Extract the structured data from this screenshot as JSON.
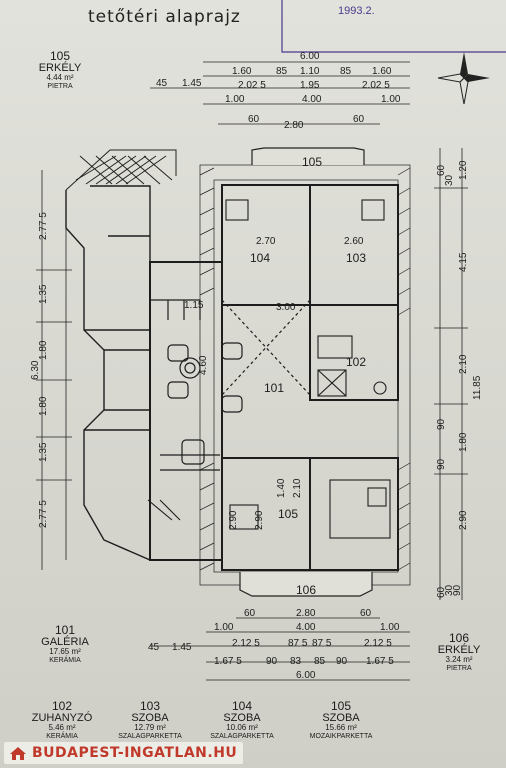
{
  "title": "tetőtéri alaprajz",
  "stamp_text": "1993.2.",
  "rooms": {
    "r101": {
      "label": "101"
    },
    "r102": {
      "label": "102"
    },
    "r103": {
      "label": "103"
    },
    "r104": {
      "label": "104"
    },
    "r105_top": {
      "label": "105"
    },
    "r105_bot": {
      "label": "105"
    },
    "r106": {
      "label": "106"
    }
  },
  "balcony_105": {
    "number": "105",
    "name": "ERKÉLY",
    "area": "4.44 m²",
    "material": "PIETRA"
  },
  "legend_left": [
    {
      "number": "101",
      "name": "GALÉRIA",
      "area": "17.65 m²",
      "material": "KERÁMIA"
    },
    {
      "number": "102",
      "name": "ZUHANYZÓ",
      "area": "5.46 m²",
      "material": "KERÁMIA"
    }
  ],
  "legend_mid": [
    {
      "number": "103",
      "name": "SZOBA",
      "area": "12.79 m²",
      "material": "SZALAGPARKETTA"
    },
    {
      "number": "104",
      "name": "SZOBA",
      "area": "10.06 m²",
      "material": "SZALAGPARKETTA"
    },
    {
      "number": "105",
      "name": "SZOBA",
      "area": "15.66 m²",
      "material": "MOZAIKPARKETTA"
    }
  ],
  "balcony_106": {
    "number": "106",
    "name": "ERKÉLY",
    "area": "3.24 m²",
    "material": "PIETRA"
  },
  "top_dims": {
    "row1": "6.00",
    "row2": [
      "1.60",
      "85",
      "1.10",
      "85",
      "1.60"
    ],
    "row3": [
      "45",
      "1.45",
      "2.02 5",
      "1.95",
      "2.02 5"
    ],
    "row4": [
      "1.00",
      "4.00",
      "1.00"
    ],
    "row5": [
      "60",
      "2.80",
      "60"
    ]
  },
  "bottom_dims": {
    "row1": [
      "60",
      "2.80",
      "60"
    ],
    "row2": [
      "1.00",
      "4.00",
      "1.00"
    ],
    "row3": [
      "45",
      "1.45",
      "2.12 5",
      "87 5",
      "87 5",
      "2.12 5"
    ],
    "row4": [
      "1.67 5",
      "90",
      "83",
      "85",
      "90",
      "1.67 5"
    ],
    "row5": "6.00"
  },
  "left_dims": [
    "2.77 5",
    "1.35",
    "1.80",
    "6.30",
    "1.80",
    "1.35",
    "2.77 5"
  ],
  "right_dims": [
    "60",
    "30",
    "1.20",
    "4.15",
    "11.85",
    "2.10",
    "90",
    "1.80",
    "90",
    "2.90",
    "60",
    "30",
    "90"
  ],
  "inner_dims": [
    "2.70",
    "2.60",
    "3.00",
    "1.15",
    "4.60",
    "1.40",
    "2.90",
    "2.10",
    "2.90"
  ],
  "watermark": "BUDAPEST-INGATLAN.HU",
  "colors": {
    "ink": "#1d1d1d",
    "paper": "#dcdcd5",
    "stamp": "#4b3a8c",
    "brand": "#c0392b"
  }
}
